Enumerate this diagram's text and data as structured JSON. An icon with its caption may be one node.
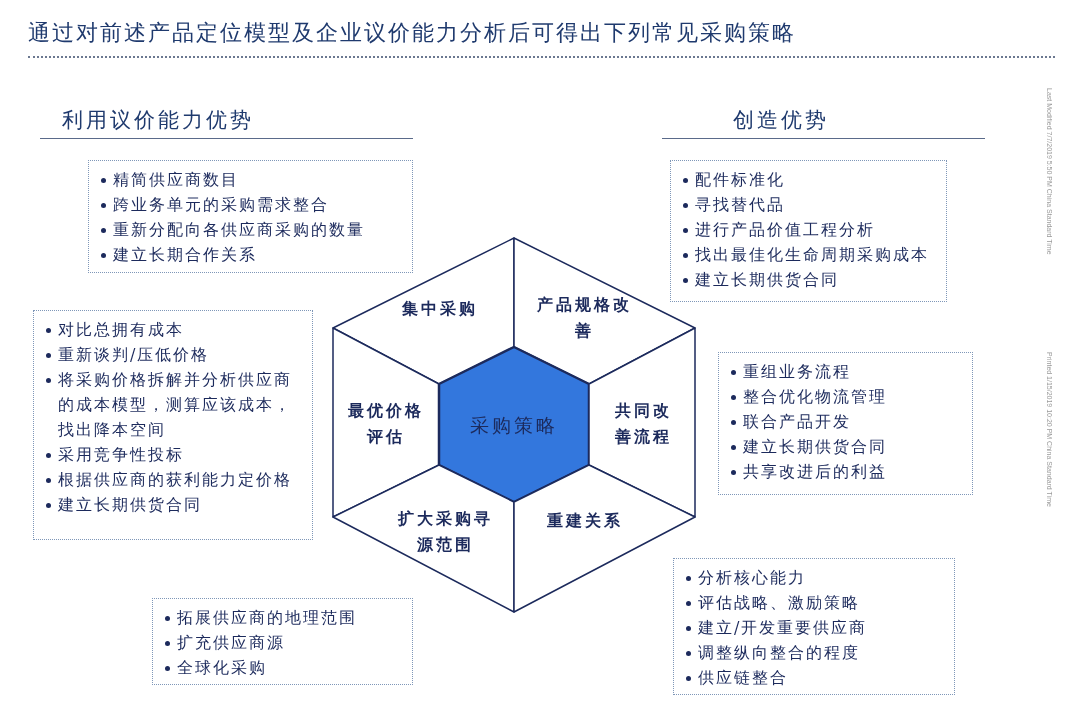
{
  "diagram": {
    "title": "通过对前述产品定位模型及企业议价能力分析后可得出下列常见采购策略",
    "nodes": [
      {
        "text": [
          "精简供应商数目",
          "跨业务单元的采购需求整合",
          "重新分配向各供应商采购的数量",
          "建立长期合作关系"
        ]
      },
      {
        "text": [
          "配件标准化",
          "寻找替代品",
          "进行产品价值工程分析",
          "找出最佳化生命周期采购成本",
          "建立长期供货合同"
        ]
      },
      {
        "text": [
          "对比总拥有成本",
          "重新谈判/压低价格",
          "将采购价格拆解并分析供应商的成本模型，测算应该成本，找出降本空间",
          "采用竞争性投标",
          "根据供应商的获利能力定价格",
          "建立长期供货合同"
        ]
      },
      {
        "text": [
          "重组业务流程",
          "整合优化物流管理",
          "联合产品开发",
          "建立长期供货合同",
          "共享改进后的利益"
        ]
      },
      {
        "text": [
          "拓展供应商的地理范围",
          "扩充供应商源",
          "全球化采购"
        ]
      },
      {
        "text": [
          "分析核心能力",
          "评估战略、激励策略",
          "建立/开发重要供应商",
          "调整纵向整合的程度",
          "供应链整合"
        ]
      },
      {
        "text": [
          "集中采购"
        ]
      },
      {
        "text": [
          "产品规格改善"
        ]
      },
      {
        "text": [
          "最优价格评估"
        ]
      },
      {
        "text": [
          "采购策略"
        ]
      },
      {
        "text": [
          "共同改善流程"
        ]
      },
      {
        "text": [
          "扩大采购寻源范围"
        ]
      },
      {
        "text": [
          "重建关系"
        ]
      }
    ],
    "labels": [
      "利用议价能力优势",
      "创造优势",
      "Last Modified 7/7/2019 5:50 PM China Standard Time",
      "Printed 1/15/2019 10:20 PM China Standard Time"
    ]
  }
}
